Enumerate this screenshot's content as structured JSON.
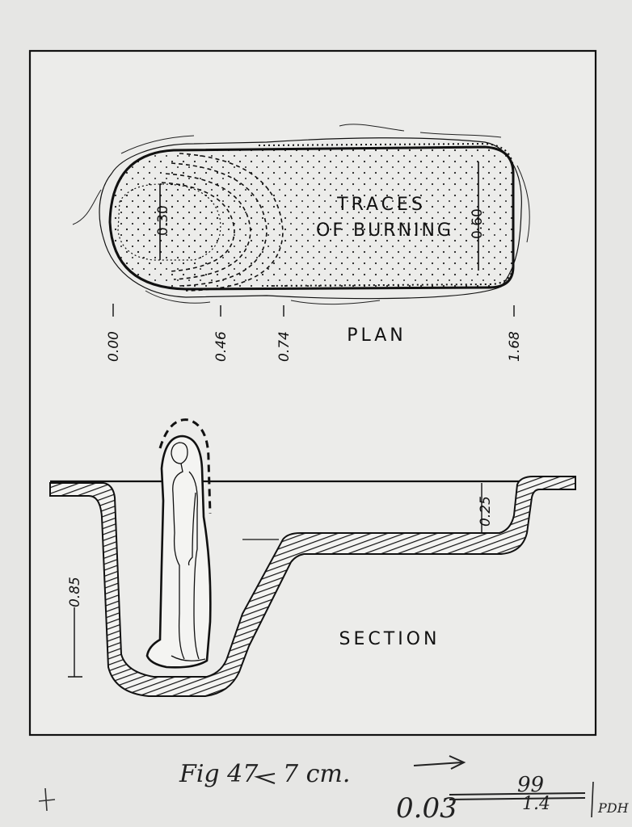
{
  "plan": {
    "title": "PLAN",
    "label_line1": "TRACES",
    "label_line2": "OF BURNING",
    "width_inner": "0.30",
    "width_outer": "0.60",
    "marks": [
      "0.00",
      "0.46",
      "0.74",
      "1.68"
    ]
  },
  "section": {
    "title": "SECTION",
    "depth_left": "0.85",
    "depth_right": "0.25"
  },
  "caption": {
    "figure_note": "Fig 47",
    "scale_note": "7 cm.",
    "code_struck": "0.03",
    "code_over": "99",
    "code_under": "1.4",
    "initials": "PDH"
  },
  "colors": {
    "ink": "#111111",
    "paper": "#e6e6e4",
    "frame_fill": "#ececea"
  }
}
